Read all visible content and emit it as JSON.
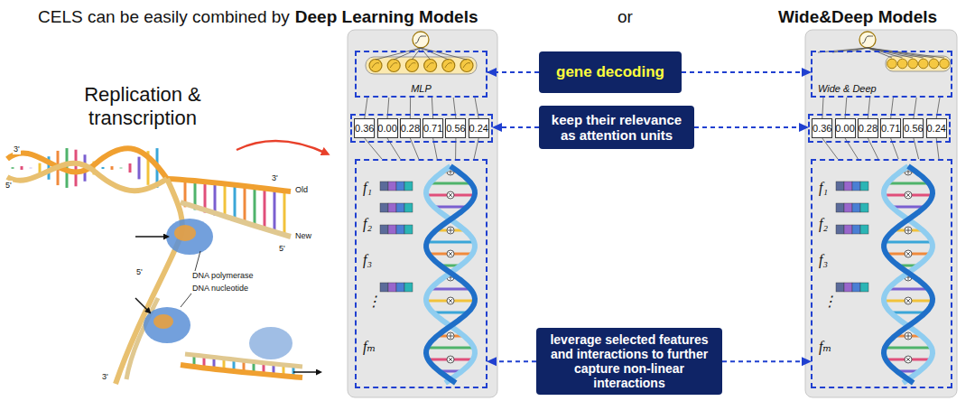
{
  "diagram": {
    "title": "CELS can be easily combined by",
    "nodes": [
      {
        "text": [
          "MLP"
        ]
      },
      {
        "text": [
          "0.36",
          "0.00",
          "0.28",
          "0.71",
          "0.56",
          "0.24"
        ]
      },
      {
        "text": [
          "f₁",
          "f₂",
          "f₃",
          "⋮",
          "fₘ"
        ]
      },
      {
        "text": [
          "gene decoding"
        ]
      },
      {
        "text": [
          "keep their relevance as attention units"
        ]
      },
      {
        "text": [
          "Wide & Deep"
        ]
      },
      {
        "text": [
          "0.36",
          "0.00",
          "0.28",
          "0.71",
          "0.56",
          "0.24"
        ]
      },
      {
        "text": [
          "f₁",
          "f₂",
          "f₃",
          "⋮",
          "fₘ"
        ]
      },
      {
        "text": [
          "leverage selected features and interactions to further capture non-linear interactions"
        ]
      }
    ],
    "edges": [
      {
        "from": 3,
        "to": 0,
        "arrow": "to"
      },
      {
        "from": 3,
        "to": 5,
        "arrow": "to"
      },
      {
        "from": 4,
        "to": 1,
        "arrow": "to"
      },
      {
        "from": 4,
        "to": 6,
        "arrow": "to"
      },
      {
        "from": 8,
        "to": 2,
        "arrow": "to"
      },
      {
        "from": 8,
        "to": 7,
        "arrow": "to"
      }
    ],
    "labels": [
      "Deep Learning Models",
      "or",
      "Wide&Deep Models",
      "Replication & transcription",
      "3'",
      "5'",
      "3'",
      "Old",
      "New",
      "5'",
      "DNA polymerase",
      "DNA nucleotide",
      "5'",
      "3'"
    ]
  }
}
